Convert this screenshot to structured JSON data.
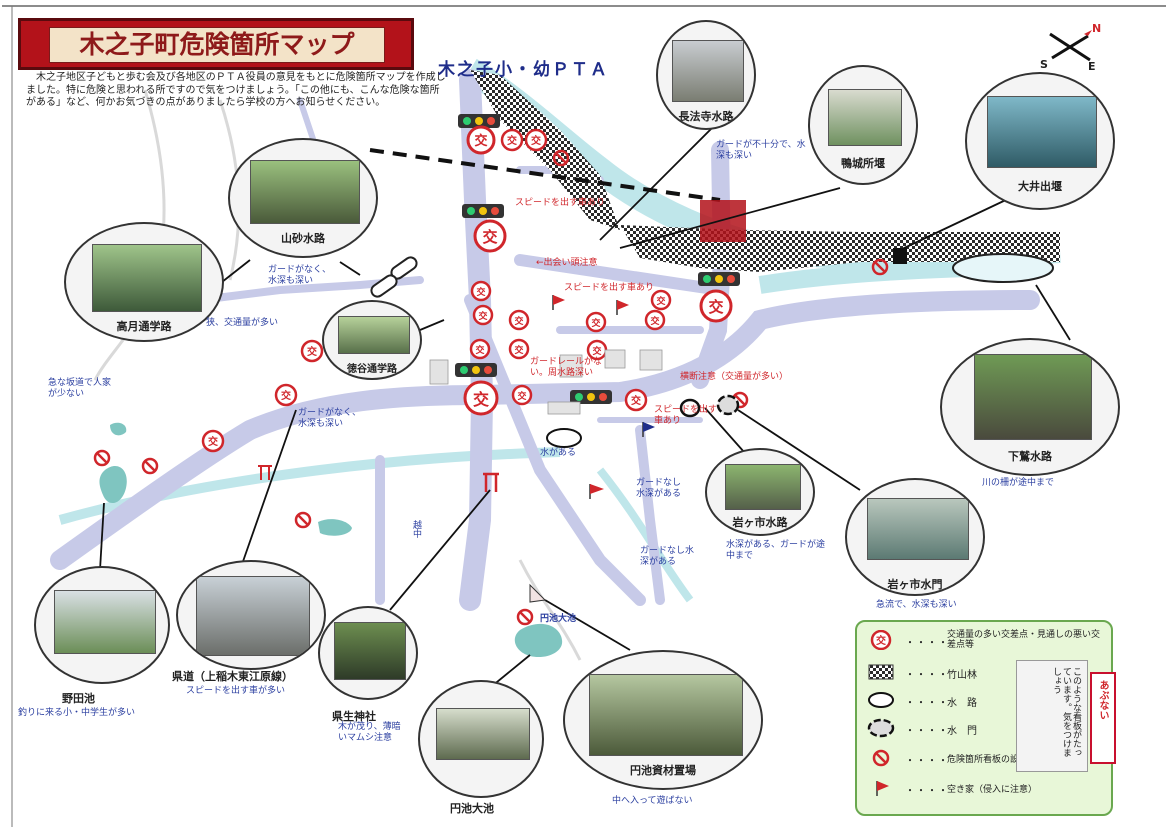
{
  "title": "木之子町危険箇所マップ",
  "intro": "　木之子地区子どもと歩む会及び各地区のＰＴＡ役員の意見をもとに危険箇所マップを作成しました。特に危険と思われる所ですので気をつけましょう。「この他にも、こんな危険な箇所がある」など、何かお気づきの点がありましたら学校の方へお知らせください。",
  "pta_label": "木之子小・幼ＰＴＡ",
  "compass": {
    "n": "N",
    "s": "S",
    "e": "E"
  },
  "photos": {
    "choho": "長法寺水路",
    "kamoshiro": "鴨城所堰",
    "ooide": "大井出堰",
    "yamasuna": "山砂水路",
    "takatsuki": "高月通学路",
    "tokudani": "徳谷通学路",
    "shimowashi": "下鷲水路",
    "iwagaichi_canal": "岩ヶ市水路",
    "iwagaichi_gate": "岩ヶ市水門",
    "noda": "野田池",
    "kendo": "県道（上稲木東江原線）",
    "kensei": "県生神社",
    "enchi_pond": "円池大池",
    "enchi_material": "円池資材置場"
  },
  "notes": {
    "guard_1": "ガードが不十分で、水深も深い",
    "speed_1": "スピードを出す車あり",
    "deai": "←出会い頭注意",
    "speed_2": "スピードを出す車あり",
    "guardrail": "ガードレールがない。周水路深い",
    "traffic_1": "横断注意（交通量が多い）",
    "speed_3": "スピードを出す車あり",
    "yamasuna_note": "ガードがなく、水深も深い",
    "takatsuki_note": "狭、交通量が多い",
    "narrow": "急な坂道で人家が少ない",
    "guard_2": "ガードがなく、水深も深い",
    "mizu_note": "水がある",
    "guard_3": "ガードなし水深がある",
    "guard_4": "ガードなし水深がある",
    "iwagaichi_canal_note": "水深がある、ガードが途中まで",
    "iwagaichi_gate_note": "急流で、水深も深い",
    "shimowashi_note": "川の柵が途中まで",
    "kendo_note": "スピードを出す車が多い",
    "noda_note": "釣りに来る小・中学生が多い",
    "kensei_note": "木が茂り、薄暗いマムシ注意",
    "enchi_material_note": "中へ入って遊ばない",
    "enchi_label": "円池大池",
    "ecchu": "越中"
  },
  "legend": [
    {
      "icon": "traffic-cross-icon",
      "dots": "・・・・",
      "text": "交通量の多い交差点・見通しの悪い交差点等"
    },
    {
      "icon": "thicket-icon",
      "dots": "・・・・",
      "text": "竹山林"
    },
    {
      "icon": "canal-icon",
      "dots": "・・・・",
      "text": "水　路"
    },
    {
      "icon": "sluice-icon",
      "dots": "・・・・",
      "text": "水　門"
    },
    {
      "icon": "no-entry-icon",
      "dots": "・・・・",
      "text": "危険箇所看板の設置場所"
    },
    {
      "icon": "flag-icon",
      "dots": "・・・・",
      "text": "空き家（侵入に注意）"
    }
  ],
  "sign_board": "このような看板がたっています。気をつけましょう",
  "sign_red": "あぶない",
  "colors": {
    "road": "#c7cae8",
    "river": "#bfe6ea",
    "title_red": "#b3121a",
    "legend_bg": "#e8f7d8"
  }
}
